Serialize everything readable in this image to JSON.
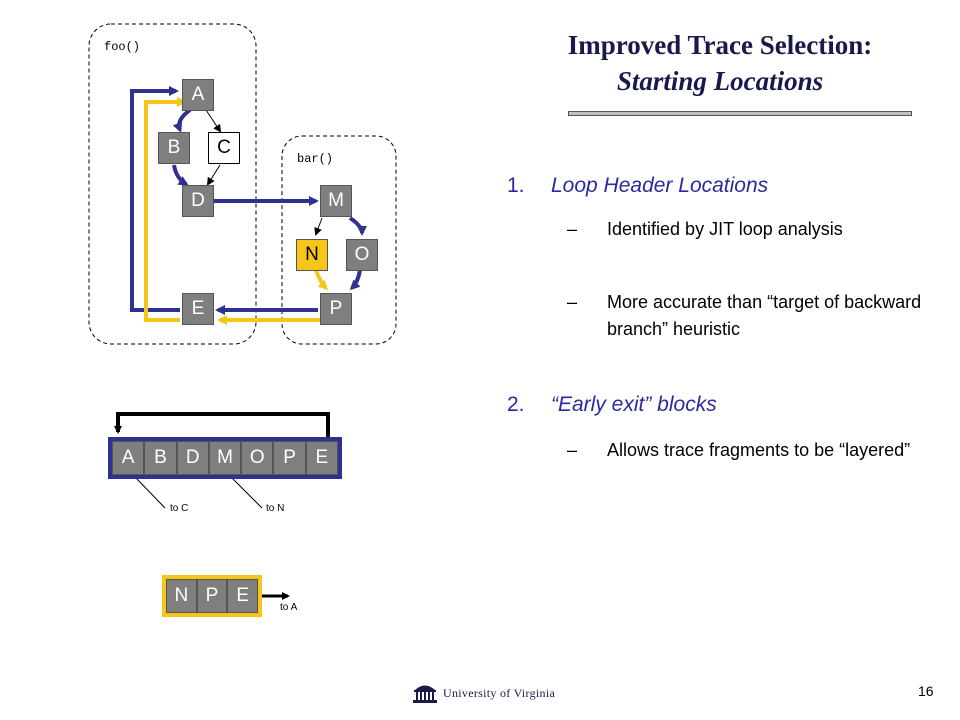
{
  "slide": {
    "title_line1": "Improved Trace Selection:",
    "title_line2": "Starting Locations",
    "items": [
      {
        "number": "1.",
        "text": "Loop Header Locations",
        "subitems": [
          {
            "dash": "–",
            "text": "Identified by JIT loop analysis"
          },
          {
            "dash": "–",
            "text": "More accurate than “target of backward branch” heuristic"
          }
        ]
      },
      {
        "number": "2.",
        "text": "“Early exit” blocks",
        "subitems": [
          {
            "dash": "–",
            "text": "Allows trace fragments to be “layered”"
          }
        ]
      }
    ],
    "page_number": "16",
    "footer": "University of Virginia"
  },
  "diagram": {
    "foo_label": "foo()",
    "bar_label": "bar()",
    "foo_blocks": {
      "A": "A",
      "B": "B",
      "C": "C",
      "D": "D",
      "E": "E"
    },
    "bar_blocks": {
      "M": "M",
      "N": "N",
      "O": "O",
      "P": "P"
    },
    "trace1": [
      "A",
      "B",
      "D",
      "M",
      "O",
      "P",
      "E"
    ],
    "trace1_exit1": "to C",
    "trace1_exit2": "to N",
    "trace2": [
      "N",
      "P",
      "E"
    ],
    "trace2_exit": "to A",
    "colors": {
      "blue": "#2e3192",
      "yellow": "#f5c518",
      "gray": "#7f7f7f"
    }
  }
}
